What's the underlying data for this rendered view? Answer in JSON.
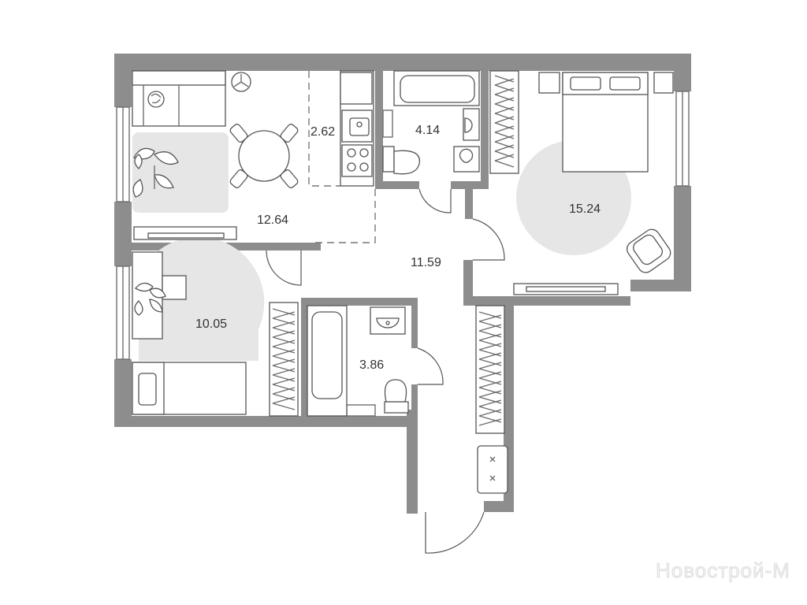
{
  "rooms": {
    "living": "12.64",
    "kitchen": "2.62",
    "bath_top": "4.14",
    "bedroom_main": "15.24",
    "hall": "11.59",
    "bedroom_small": "10.05",
    "bath_bottom": "3.86"
  },
  "watermark": "Новострой-М"
}
